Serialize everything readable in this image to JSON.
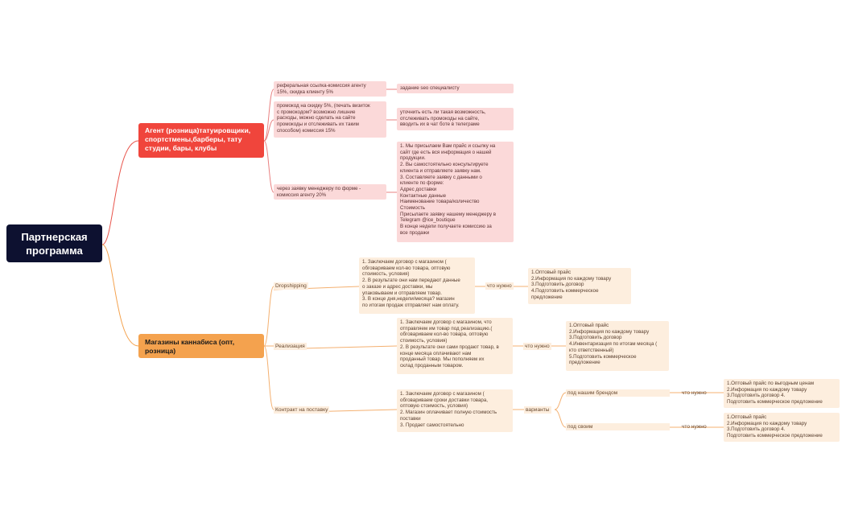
{
  "root": {
    "label": "Партнерская\nпрограмма"
  },
  "agent": {
    "label": "Агент (розница)татуировщики,\nспортстмены,барберы, тату\nстудии, бары, клубы",
    "items": [
      {
        "text": "реферальная ссылка-комиссия агенту\n15%, скидка клиенту 5%",
        "detail": "задание seo специалисту"
      },
      {
        "text": "промокод на скидку 5%, (печать визиток\nс промокодом? возможно лишние\nрасходы, можно сделать на сайте\nпромокоды и отслеживать их таким\nспособом) комиссия 15%",
        "detail": "уточнить есть ли такая возможность,\nотслеживать промокоды на сайте,\nвводить их в чат боте в телеграме"
      },
      {
        "text": "через заявку менеджеру по форме -\nкомиссия агенту 20%",
        "detail": "1. Мы присылаем Вам прайс и ссылку на\nсайт где есть вся информация о нашей\nпродукции.\n2. Вы самостоятельно консультируете\nклиента и отправляете заявку нам.\n3. Составляете заявку с данными о\nклиенте по форме:\nАдрес доставки\nКонтактные данные\nНаименование товара/количество\nСтоимость\nПрисылаете заявку нашему менеджеру в\nTelegram @ice_boutique\nВ конце недели получаете комиссию за\nвсе продажи"
      }
    ]
  },
  "shops": {
    "label": "Магазины каннабиса (опт,\nрозница)",
    "dropshipping": {
      "label": "Dropshipping",
      "desc": "1. Заключаем  договор с магазином (\nобговариваем кол-во товара, оптовую\nстоимость, условия)\n2. В результате они нам передают данные\nо заказе и адрес доставки, мы\nупаковываем и отправляем товар.\n3. В конце дня,недели/месяца? магазин\nпо итогам продаж отправляет нам оплату.",
      "need_label": "что нужно",
      "need": "1.Оптовый прайс\n2.Информация по каждому товару\n3.Подготовить договор\n4.Подготовить коммерческое\nпредложение"
    },
    "realization": {
      "label": "Реализация",
      "desc": "1. Заключаем  договор с магазином, что\nотправляем им товар под реализацию.(\nобговариваем кол-во товара, оптовую\nстоимость, условия)\n2. В результате они сами продают товар, в\nконце месяца  оплачивают нам\nпроданный товар. Мы пополняем их\nсклад проданным товаром.",
      "need_label": "что нужно",
      "need": "1.Оптовый прайс\n2.Информация по каждому товару\n3.Подготовить договор\n4.Инвентаризация по итогам месяца (\nкто ответственный)\n5.Подготовить коммерческое\nпредложение"
    },
    "contract": {
      "label": "Контракт на поставку",
      "desc": "1. Заключаем  договор с магазином (\nобговариваем сроки доставки товара,\nоптовую стоимость, условия)\n2. Магазин оплачивает полную стоимость\nпоставки\n3. Продает самостоятельно",
      "variants_label": "варианты",
      "brand_label": "под нашим брендом",
      "brand_need_label": "что нужно",
      "brand_need": "1.Оптовый прайс по выгодным ценам\n2.Информация по каждому товару\n3.Подготовить договор                    4.\nПодготовить коммерческое предложение",
      "own_label": "под своим",
      "own_need_label": "что нужно",
      "own_need": "1.Оптовый прайс\n2.Информация по каждому товару\n3.Подготовить договор                    4.\nПодготовить коммерческое предложение"
    }
  },
  "colors": {
    "root": "#0d1130",
    "agent": "#f0453c",
    "shops": "#f4a24e",
    "pink": "#fbd9d9",
    "peach": "#fdeede"
  }
}
